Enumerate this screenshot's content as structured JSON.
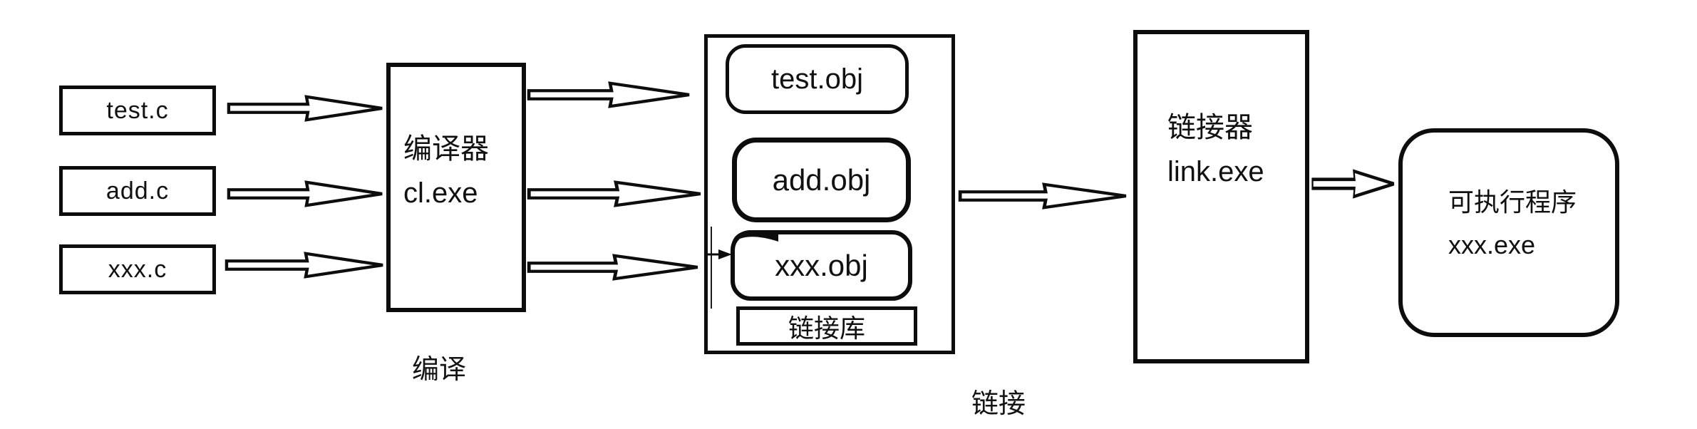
{
  "colors": {
    "ink": "#0d0d0d",
    "background": "#ffffff"
  },
  "diagram": {
    "sources": [
      {
        "label": "test.c"
      },
      {
        "label": "add.c"
      },
      {
        "label": "xxx.c"
      }
    ],
    "compiler": {
      "title": "编译器",
      "subtitle": "cl.exe",
      "stage_label": "编译"
    },
    "objects": {
      "items": [
        {
          "label": "test.obj"
        },
        {
          "label": "add.obj"
        },
        {
          "label": "xxx.obj"
        }
      ],
      "library": {
        "label": "链接库"
      },
      "stage_label": "链接"
    },
    "linker": {
      "title": "链接器",
      "subtitle": "link.exe"
    },
    "executable": {
      "title": "可执行程序",
      "subtitle": "xxx.exe"
    }
  }
}
